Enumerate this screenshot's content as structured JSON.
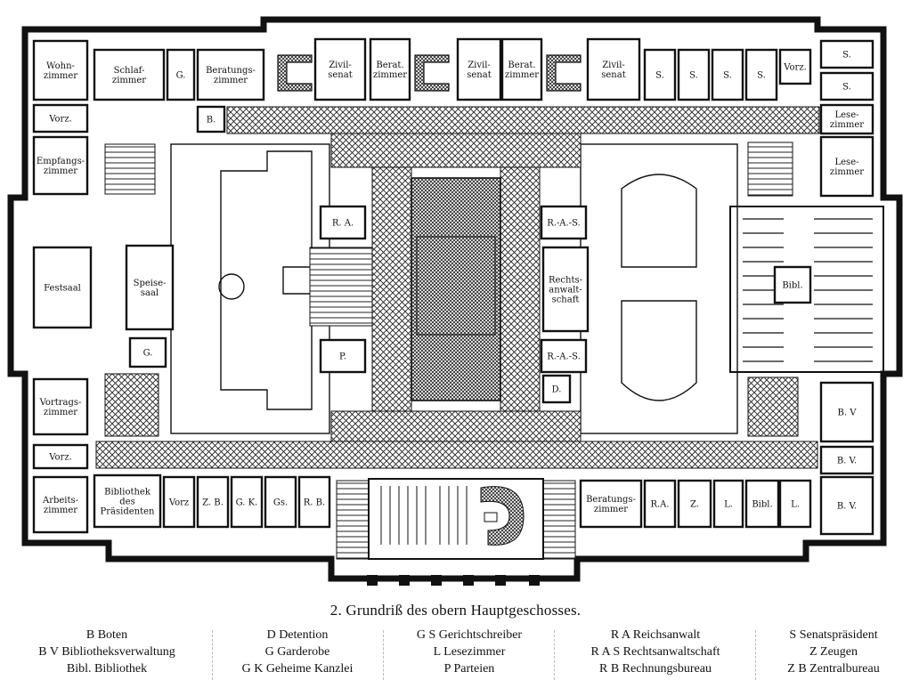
{
  "caption": "2. Grundriß des obern Hauptgeschosses.",
  "legend": [
    [
      "B Boten",
      "B V Bibliotheksverwaltung",
      "Bibl. Bibliothek"
    ],
    [
      "D Detention",
      "G Garderobe",
      "G K Geheime Kanzlei"
    ],
    [
      "G S Gerichtschreiber",
      "L Lesezimmer",
      "P Parteien"
    ],
    [
      "R A Reichsanwalt",
      "R A S Rechtsanwaltschaft",
      "R B Rechnungsbureau"
    ],
    [
      "S Senatspräsident",
      "Z Zeugen",
      "Z B Zentralbureau"
    ]
  ],
  "rooms": [
    {
      "lines": [
        "Wohn-",
        "zimmer"
      ]
    },
    {
      "lines": [
        "Schlaf-",
        "zimmer"
      ]
    },
    {
      "lines": [
        "G."
      ]
    },
    {
      "lines": [
        "Beratungs-",
        "zimmer"
      ]
    },
    {
      "lines": [
        "Zivil-",
        "senat"
      ]
    },
    {
      "lines": [
        "Berat.",
        "zimmer"
      ]
    },
    {
      "lines": [
        "Zivil-",
        "senat"
      ]
    },
    {
      "lines": [
        "Berat.",
        "zimmer"
      ]
    },
    {
      "lines": [
        "Zivil-",
        "senat"
      ]
    },
    {
      "lines": [
        "S."
      ]
    },
    {
      "lines": [
        "S."
      ]
    },
    {
      "lines": [
        "S."
      ]
    },
    {
      "lines": [
        "S."
      ]
    },
    {
      "lines": [
        "Vorz."
      ]
    },
    {
      "lines": [
        "S."
      ]
    },
    {
      "lines": [
        "S."
      ]
    },
    {
      "lines": [
        "Vorz."
      ]
    },
    {
      "lines": [
        "B."
      ]
    },
    {
      "lines": [
        "Lese-",
        "zimmer"
      ]
    },
    {
      "lines": [
        "Empfangs-",
        "zimmer"
      ]
    },
    {
      "lines": [
        "Lese-",
        "zimmer"
      ]
    },
    {
      "lines": [
        "R. A."
      ]
    },
    {
      "lines": [
        "R.-A.-S."
      ]
    },
    {
      "lines": [
        "Festsaal"
      ]
    },
    {
      "lines": [
        "Speise-",
        "saal"
      ]
    },
    {
      "lines": [
        "Rechts-",
        "anwalt-",
        "schaft"
      ]
    },
    {
      "lines": [
        "Bibl."
      ]
    },
    {
      "lines": [
        "G."
      ]
    },
    {
      "lines": [
        "P."
      ]
    },
    {
      "lines": [
        "R.-A.-S."
      ]
    },
    {
      "lines": [
        "Vortrags-",
        "zimmer"
      ]
    },
    {
      "lines": [
        "D."
      ]
    },
    {
      "lines": [
        "B. V"
      ]
    },
    {
      "lines": [
        "Vorz."
      ]
    },
    {
      "lines": [
        "B. V."
      ]
    },
    {
      "lines": [
        "Arbeits-",
        "zimmer"
      ]
    },
    {
      "lines": [
        "Bibliothek",
        "des",
        "Präsidenten"
      ]
    },
    {
      "lines": [
        "Vorz"
      ]
    },
    {
      "lines": [
        "Z. B."
      ]
    },
    {
      "lines": [
        "G. K."
      ]
    },
    {
      "lines": [
        "Gs."
      ]
    },
    {
      "lines": [
        "R. B."
      ]
    },
    {
      "lines": [
        "Beratungs-",
        "zimmer"
      ]
    },
    {
      "lines": [
        "R.A."
      ]
    },
    {
      "lines": [
        "Z."
      ]
    },
    {
      "lines": [
        "L."
      ]
    },
    {
      "lines": [
        "Bibl."
      ]
    },
    {
      "lines": [
        "L."
      ]
    },
    {
      "lines": [
        "B. V."
      ]
    }
  ]
}
